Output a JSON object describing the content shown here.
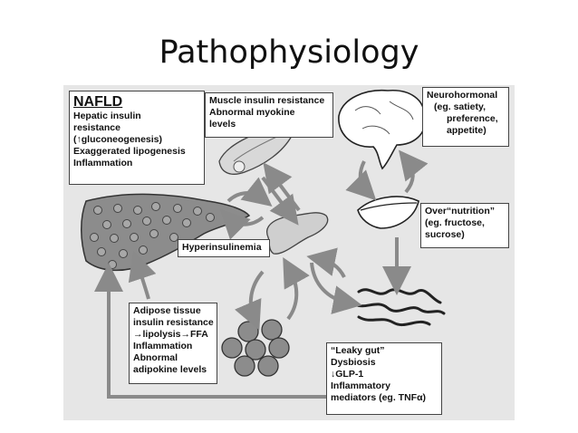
{
  "title": "Pathophysiology",
  "nafld": {
    "heading": "NAFLD",
    "lines": [
      "Hepatic insulin",
      "resistance",
      "(↑gluconeogenesis)",
      "Exaggerated lipogenesis",
      "Inflammation"
    ]
  },
  "muscle": {
    "lines": [
      "Muscle insulin resistance",
      "Abnormal myokine",
      "levels"
    ]
  },
  "neuro": {
    "lines": [
      "Neurohormonal",
      "(eg. satiety,",
      "preference,",
      "appetite)"
    ]
  },
  "overnutrition": {
    "lines": [
      "Over“nutrition”",
      "(eg. fructose,",
      "sucrose)"
    ]
  },
  "hyperinsulinemia": {
    "label": "Hyperinsulinemia"
  },
  "adipose": {
    "lines": [
      "Adipose tissue",
      "insulin resistance",
      "→lipolysis→FFA",
      "Inflammation",
      "Abnormal",
      "adipokine levels"
    ]
  },
  "gut": {
    "lines": [
      "“Leaky gut”",
      "Dysbiosis",
      "↓GLP-1",
      "Inflammatory",
      "mediators (eg. TNFα)"
    ]
  },
  "colors": {
    "panel": "#e6e6e6",
    "liver": "#8c8c8c",
    "organ": "#cfcfcf",
    "arrow": "#8a8a8a"
  }
}
